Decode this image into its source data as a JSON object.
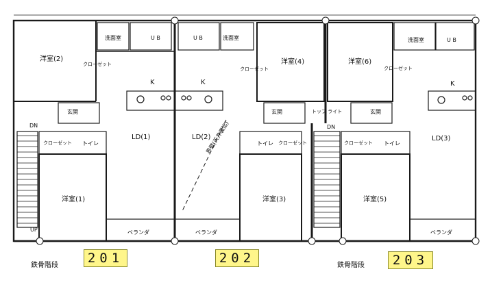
{
  "rooms": {
    "yoshitsu_2": "洋室(2)",
    "yoshitsu_4": "洋室(4)",
    "yoshitsu_6": "洋室(6)",
    "yoshitsu_1": "洋室(1)",
    "yoshitsu_3": "洋室(3)",
    "yoshitsu_5": "洋室(5)",
    "ld_1": "LD(1)",
    "ld_2": "LD(2)",
    "ld_3": "LD(3)",
    "k_1": "K",
    "k_2": "K",
    "k_3": "K"
  },
  "wet_areas": {
    "senmen_1": "洗面室",
    "senmen_2": "洗面室",
    "senmen_3": "洗面室",
    "ub_1": "U B",
    "ub_2": "U B",
    "ub_3": "U B"
  },
  "entries": {
    "genkan_1": "玄関",
    "genkan_2": "玄関",
    "genkan_3": "玄関",
    "top_light": "トップ ライト"
  },
  "closets": {
    "closet_a": "クローゼット",
    "closet_b": "クローゼット",
    "closet_c": "クローゼット",
    "closet_d": "クローゼット",
    "closet_e": "クローゼット",
    "closet_f": "クローゼット",
    "toilet_1": "トイレ",
    "toilet_2": "トイレ",
    "toilet_3": "トイレ"
  },
  "verandas": {
    "v1": "ベランダ",
    "v2": "ベランダ",
    "v3": "ベランダ"
  },
  "stairs": {
    "dn_1": "DN",
    "dn_2": "DN",
    "up_1": "UP",
    "steel_stair_1": "鉄骨階段",
    "steel_stair_2": "鉄骨階段"
  },
  "notes": {
    "boundary_note": "界壁(天井裏迄)"
  },
  "unit_numbers": [
    "201",
    "202",
    "203"
  ],
  "colors": {
    "wall": "#1a1a1a",
    "badge_fill": "#fff68a"
  }
}
